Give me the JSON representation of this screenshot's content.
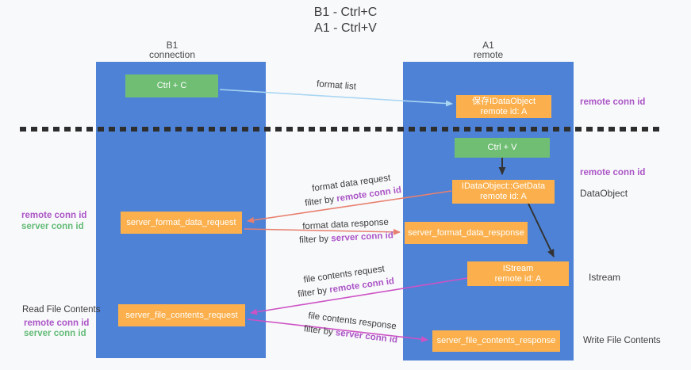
{
  "title": {
    "line1": "B1 - Ctrl+C",
    "line2": "A1 - Ctrl+V"
  },
  "columns": {
    "left": {
      "name": "B1",
      "role": "connection"
    },
    "right": {
      "name": "A1",
      "role": "remote"
    }
  },
  "boxes": {
    "ctrl_c": {
      "label": "Ctrl + C"
    },
    "save_idataobject": {
      "line1": "保存IDataObject",
      "line2": "remote id: A"
    },
    "ctrl_v": {
      "label": "Ctrl + V"
    },
    "getdata": {
      "line1": "IDataObject::GetData",
      "line2": "remote id: A"
    },
    "server_format_data_request": {
      "label": "server_format_data_request"
    },
    "server_format_data_response": {
      "label": "server_format_data_response"
    },
    "istream": {
      "line1": "IStream",
      "line2": "remote id: A"
    },
    "server_file_contents_request": {
      "label": "server_file_contents_request"
    },
    "server_file_contents_response": {
      "label": "server_file_contents_response"
    }
  },
  "arrows": {
    "format_list": {
      "label": "format list"
    },
    "format_data_request": {
      "label": "format data request",
      "filter_prefix": "filter by ",
      "filter_key": "remote conn id"
    },
    "format_data_response": {
      "label": "format data response",
      "filter_prefix": "filter by ",
      "filter_key": "server conn id"
    },
    "file_contents_request": {
      "label": "file contents request",
      "filter_prefix": "filter by ",
      "filter_key": "remote conn id"
    },
    "file_contents_response": {
      "label": "file contents response",
      "filter_prefix": "filter by ",
      "filter_key": "server conn id"
    }
  },
  "side_labels": {
    "top_right_conn": "remote conn id",
    "mid_right_conn": "remote conn id",
    "dataobject": "DataObject",
    "istream": "Istream",
    "write_file": "Write File Contents",
    "left_remote_conn": "remote conn id",
    "left_server_conn": "server conn id",
    "read_file": "Read File Contents",
    "bottom_left_remote_conn": "remote conn id",
    "bottom_left_server_conn": "server conn id"
  },
  "colors": {
    "column_blue": "#4e82d6",
    "box_orange": "#fbb04d",
    "box_green": "#6fbe74",
    "arrow_lightblue": "#a9d6f2",
    "arrow_salmon": "#e8806f",
    "arrow_magenta": "#cd53c5",
    "arrow_black": "#333333",
    "label_purple": "#ab55c6",
    "label_green": "#64bb77"
  }
}
